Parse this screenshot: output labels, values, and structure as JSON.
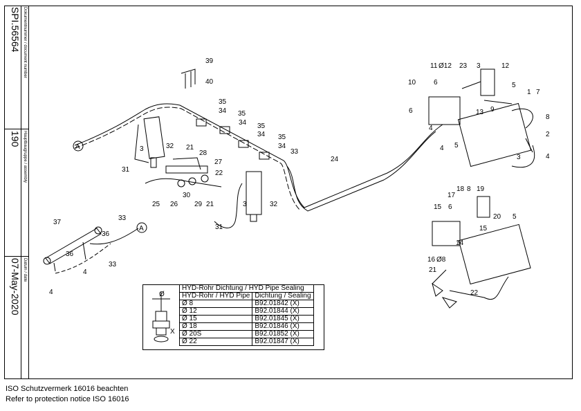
{
  "sidebar": {
    "document_number_label": "Dokumentnummer / document number",
    "document_number": "SPI.56564",
    "assembly_group_label": "Hauptbaugruppe / assembly",
    "assembly_group": "190",
    "date_label": "Datum / date",
    "date": "07-May-2020"
  },
  "footer": {
    "line_de": "ISO Schutzvermerk 16016 beachten",
    "line_en": "Refer to protection notice ISO 16016"
  },
  "seal_table": {
    "title": "HYD-Rohr Dichtung / HYD Pipe Sealing",
    "col_pipe": "HYD-Rohr / HYD Pipe",
    "col_seal": "Dichtung / Sealing",
    "rows": [
      {
        "pipe": "Ø 8",
        "seal": "B92.01842  (X)"
      },
      {
        "pipe": "Ø 12",
        "seal": "B92.01844  (X)"
      },
      {
        "pipe": "Ø 15",
        "seal": "B92.01845  (X)"
      },
      {
        "pipe": "Ø 18",
        "seal": "B92.01846  (X)"
      },
      {
        "pipe": "Ø 20S",
        "seal": "B92.01852  (X)"
      },
      {
        "pipe": "Ø 22",
        "seal": "B92.01847  (X)"
      }
    ],
    "icon_diameter": "Ø",
    "icon_x": "X"
  },
  "callouts": {
    "c39": "39",
    "c40": "40",
    "c35a": "35",
    "c34a": "34",
    "c35b": "35",
    "c34b": "34",
    "c35c": "35",
    "c34c": "34",
    "c35d": "35",
    "c34d": "34",
    "c33a": "33",
    "c32a": "32",
    "c3a": "3",
    "c31a": "31",
    "c21a": "21",
    "c28": "28",
    "c27": "27",
    "c22a": "22",
    "c25": "25",
    "c26": "26",
    "c29": "29",
    "c30": "30",
    "c21b": "21",
    "c3b": "3",
    "c32b": "32",
    "c31b": "31",
    "c24": "24",
    "cAa": "A",
    "cAb": "A",
    "c37": "37",
    "c33b": "33",
    "c36a": "36",
    "c36b": "36",
    "c4a": "4",
    "c4b": "4",
    "c33c": "33",
    "c11": "11",
    "c12d": "Ø12",
    "c23": "23",
    "c3c": "3",
    "c12": "12",
    "c10": "10",
    "c6a": "6",
    "c6b": "6",
    "c13": "13",
    "c9": "9",
    "c5a": "5",
    "c1": "1",
    "c7": "7",
    "c8": "8",
    "c2": "2",
    "c4c": "4",
    "c4d": "4",
    "c5b": "5",
    "c3d": "3",
    "c4e": "4",
    "c17": "17",
    "c18": "18",
    "c8b": "8",
    "c19": "19",
    "c15a": "15",
    "c6c": "6",
    "c20": "20",
    "c15b": "15",
    "c5c": "5",
    "c14": "14",
    "c16": "16",
    "c8d": "Ø8",
    "c21c": "21",
    "c22b": "22"
  }
}
